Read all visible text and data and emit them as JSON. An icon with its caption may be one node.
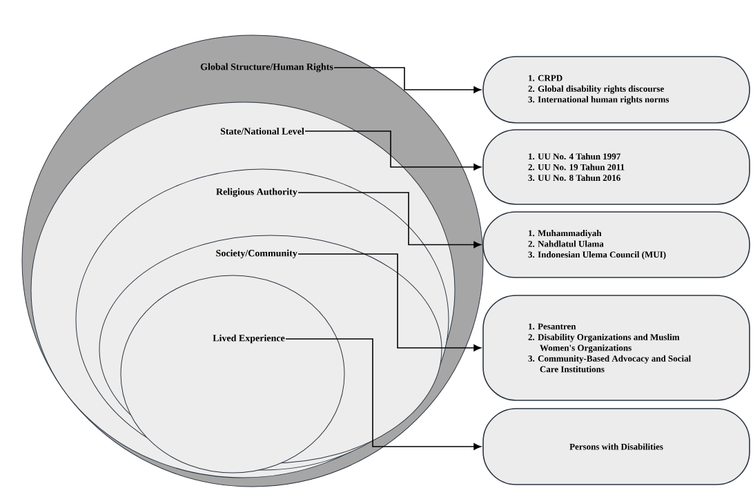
{
  "diagram": {
    "nodes": [
      {
        "text": [
          "Global Structure/Human Rights"
        ]
      },
      {
        "text": [
          "State/National Level"
        ],
        "in": 0
      },
      {
        "text": [
          "Religious Authority"
        ],
        "in": 1
      },
      {
        "text": [
          "Society/Community"
        ],
        "in": 2
      },
      {
        "text": [
          "Lived Experience"
        ],
        "in": 3
      },
      {
        "text": [
          "1. CRPD",
          "2. Global disability rights discourse",
          "3. International human rights norms"
        ]
      },
      {
        "text": [
          "1. UU No. 4 Tahun 1997",
          "2. UU No. 19 Tahun 2011",
          "3. UU No. 8 Tahun 2016"
        ]
      },
      {
        "text": [
          "1. Muhammadiyah",
          "2. Nahdlatul Ulama",
          "3. Indonesian Ulema Council (MUI)"
        ]
      },
      {
        "text": [
          "1. Pesantren",
          "2. Disability Organizations and Muslim Women's Organizations",
          "3. Community-Based Advocacy and Social Care Institutions"
        ]
      },
      {
        "text": [
          "Persons with Disabilities"
        ]
      }
    ],
    "edges": [
      {
        "from": 0,
        "to": 5,
        "arrow": "to"
      },
      {
        "from": 1,
        "to": 6,
        "arrow": "to"
      },
      {
        "from": 2,
        "to": 7,
        "arrow": "to"
      },
      {
        "from": 3,
        "to": 8,
        "arrow": "to"
      },
      {
        "from": 4,
        "to": 9,
        "arrow": "to"
      }
    ]
  }
}
